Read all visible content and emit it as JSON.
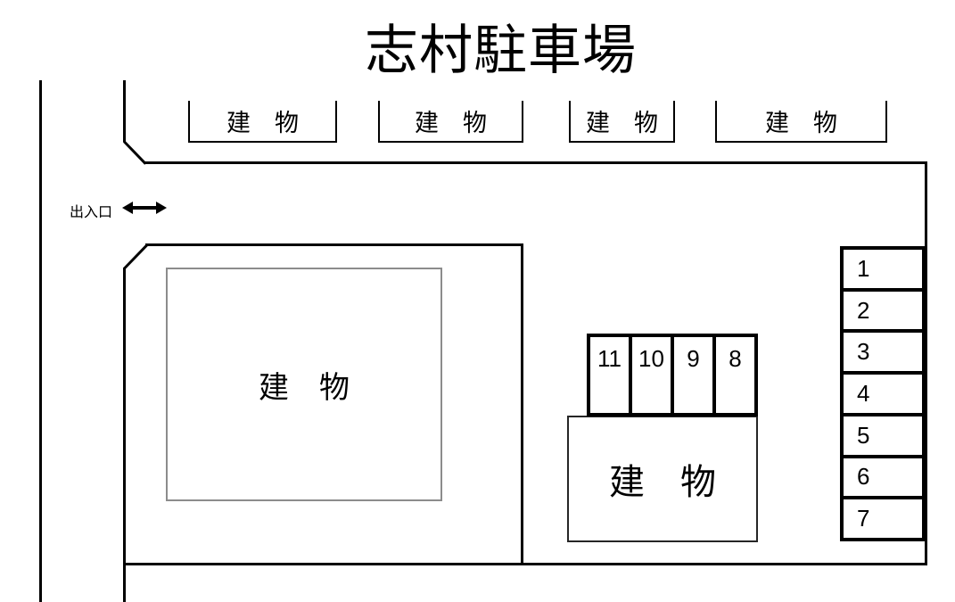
{
  "title": "志村駐車場",
  "colors": {
    "line": "#000000",
    "left_building_border": "#8c8c8c",
    "background": "#ffffff"
  },
  "top_buildings": [
    {
      "label": "建　物"
    },
    {
      "label": "建　物"
    },
    {
      "label": "建　物"
    },
    {
      "label": "建　物"
    }
  ],
  "entrance": {
    "label": "出入口",
    "arrow_icon": "left-right-double-arrow"
  },
  "left_building": {
    "label": "建　物"
  },
  "middle_building": {
    "label": "建　物"
  },
  "middle_parking_row": {
    "spaces": [
      "11",
      "10",
      "9",
      "8"
    ]
  },
  "right_parking_column": {
    "spaces": [
      "1",
      "2",
      "3",
      "4",
      "5",
      "6",
      "7"
    ]
  }
}
